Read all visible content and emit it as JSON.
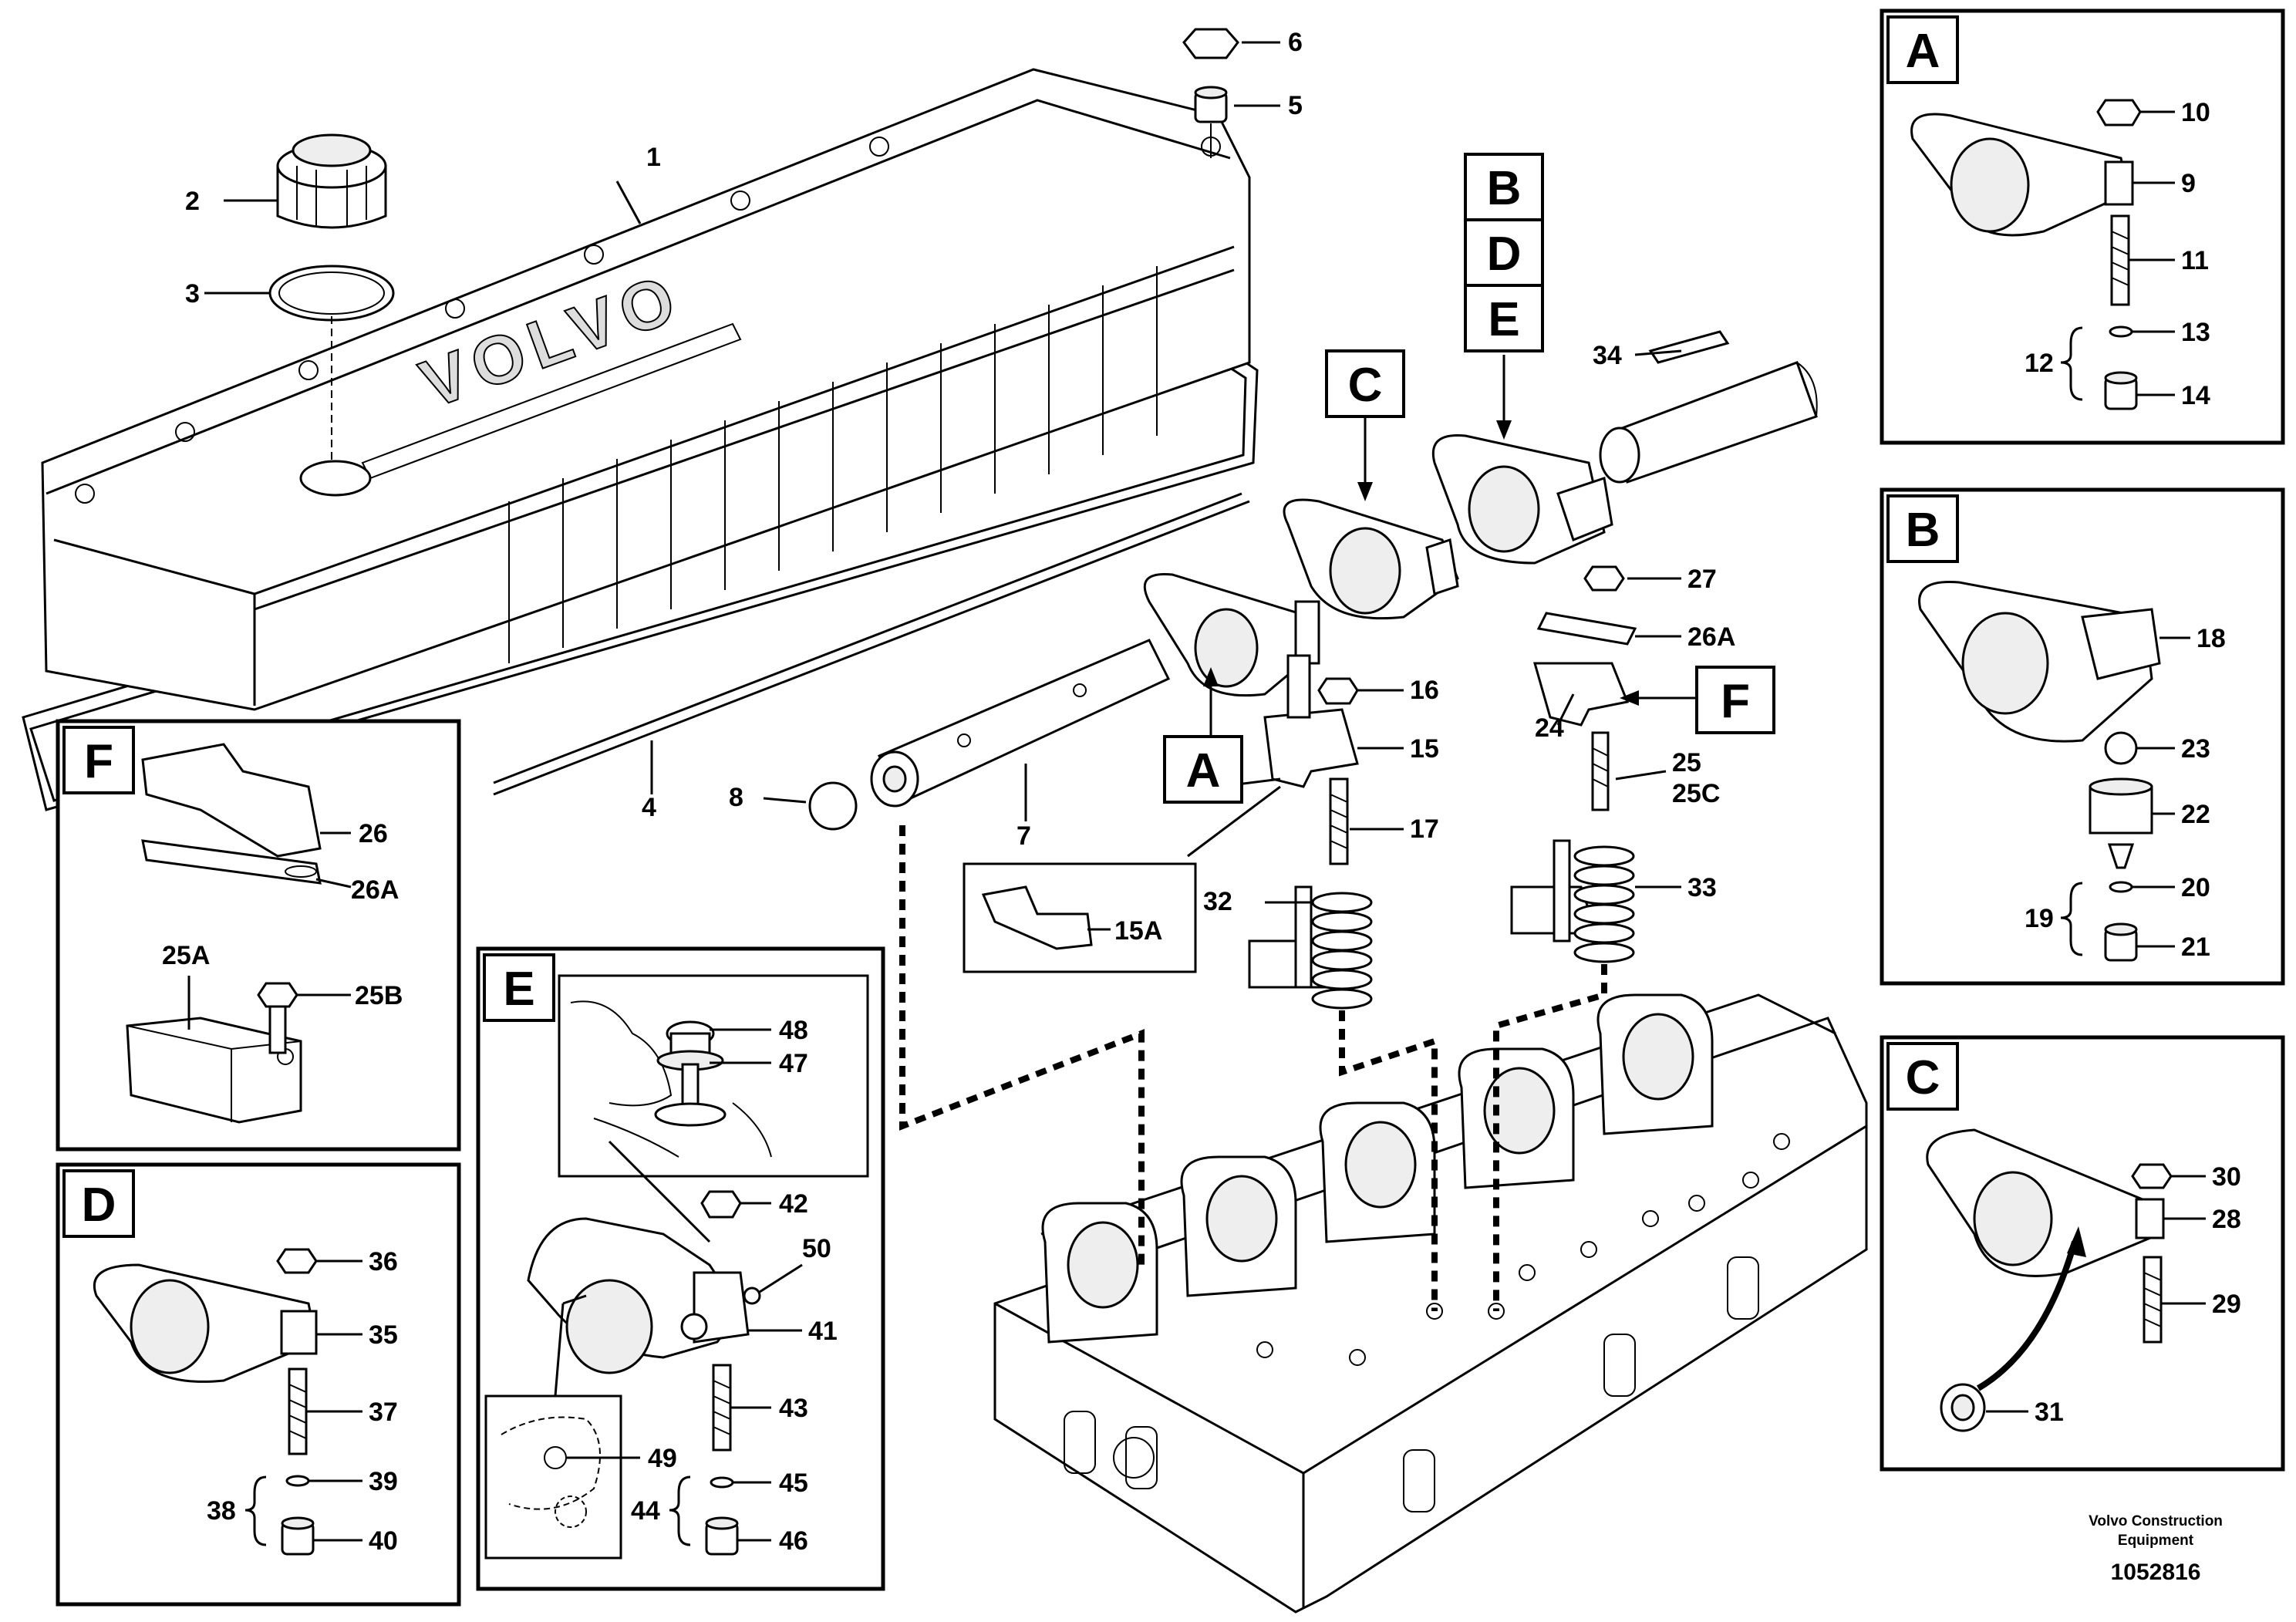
{
  "labels": {
    "l1": "1",
    "l2": "2",
    "l3": "3",
    "l4": "4",
    "l5": "5",
    "l6": "6",
    "l7": "7",
    "l8": "8",
    "l15": "15",
    "l15A": "15A",
    "l16": "16",
    "l17": "17",
    "l24": "24",
    "l25": "25",
    "l25C": "25C",
    "l26A_main": "26A",
    "l27": "27",
    "l32": "32",
    "l33": "33",
    "l34": "34",
    "lA9": "9",
    "lA10": "10",
    "lA11": "11",
    "lA12": "12",
    "lA13": "13",
    "lA14": "14",
    "lB18": "18",
    "lB19": "19",
    "lB20": "20",
    "lB21": "21",
    "lB22": "22",
    "lB23": "23",
    "lC28": "28",
    "lC29": "29",
    "lC30": "30",
    "lC31": "31",
    "lD35": "35",
    "lD36": "36",
    "lD37": "37",
    "lD38": "38",
    "lD39": "39",
    "lD40": "40",
    "lE41": "41",
    "lE42": "42",
    "lE43": "43",
    "lE44": "44",
    "lE45": "45",
    "lE46": "46",
    "lE47": "47",
    "lE48": "48",
    "lE49": "49",
    "lE50": "50",
    "lF25A": "25A",
    "lF25B": "25B",
    "lF26": "26",
    "lF26A": "26A"
  },
  "view_tags": {
    "A": "A",
    "B": "B",
    "C": "C",
    "D": "D",
    "E": "E",
    "F": "F"
  },
  "cover_logo": "VOLVO",
  "footer": {
    "company_line1": "Volvo Construction",
    "company_line2": "Equipment",
    "drawing_number": "1052816"
  }
}
